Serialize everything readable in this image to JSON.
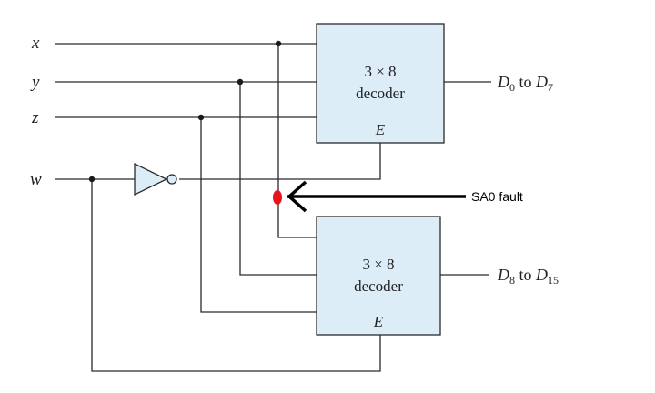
{
  "inputs": {
    "x": "x",
    "y": "y",
    "z": "z",
    "w": "w"
  },
  "decoder_top": {
    "size": "3 × 8",
    "name": "decoder",
    "enable": "E",
    "output_from": "D",
    "output_from_sub": "0",
    "output_mid": " to ",
    "output_to": "D",
    "output_to_sub": "7"
  },
  "decoder_bottom": {
    "size": "3 × 8",
    "name": "decoder",
    "enable": "E",
    "output_from": "D",
    "output_from_sub": "8",
    "output_mid": " to ",
    "output_to": "D",
    "output_to_sub": "15"
  },
  "fault": {
    "label": "SA0 fault",
    "marker_color": "#e8141b"
  },
  "colors": {
    "decoder_fill": "#dcedf8",
    "inverter_fill": "#dcedf8"
  }
}
